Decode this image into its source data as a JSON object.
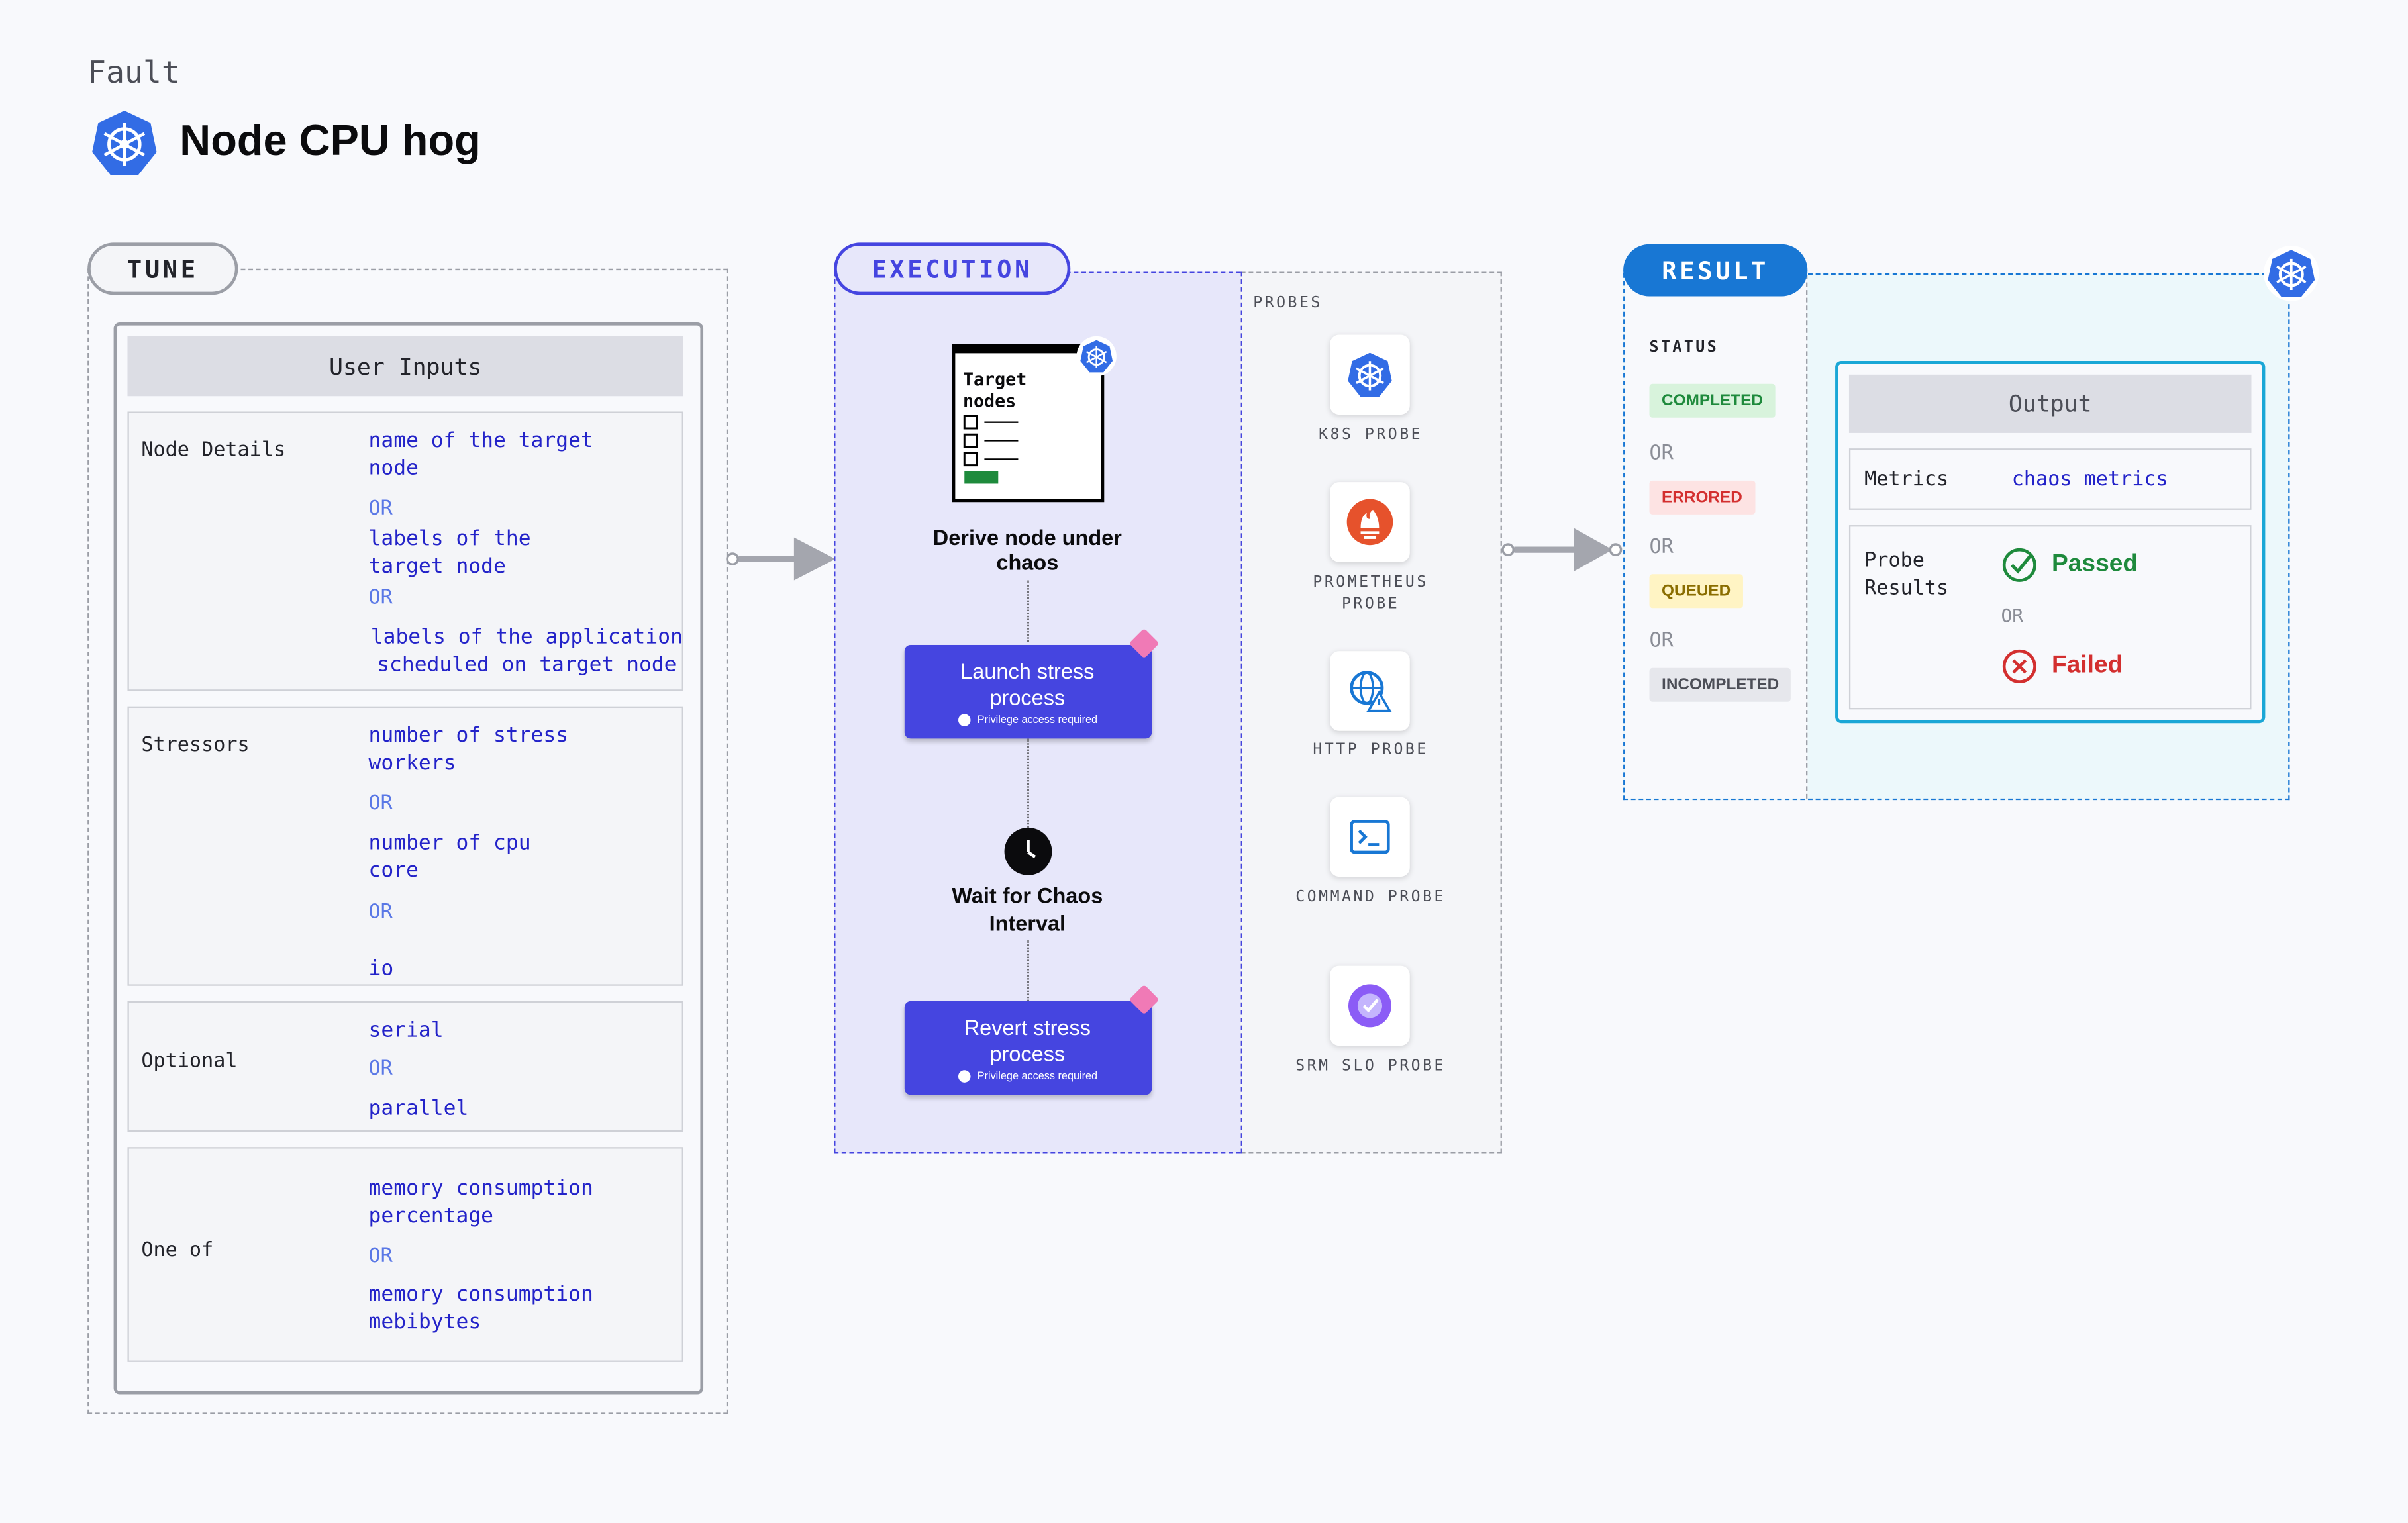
{
  "header": {
    "kicker": "Fault",
    "title": "Node CPU hog"
  },
  "tune": {
    "label": "TUNE",
    "panel_title": "User Inputs",
    "rows": [
      {
        "label": "Node Details",
        "items": [
          "name of the target node",
          "OR",
          "labels of the target node",
          "OR",
          "labels of the application scheduled on target node"
        ]
      },
      {
        "label": "Stressors",
        "items": [
          "number of stress workers",
          "OR",
          "number of cpu core",
          "OR",
          "io"
        ]
      },
      {
        "label": "Optional",
        "items": [
          "serial",
          "OR",
          "parallel"
        ]
      },
      {
        "label": "One of",
        "items": [
          "memory consumption percentage",
          "OR",
          "memory consumption mebibytes"
        ]
      }
    ]
  },
  "execution": {
    "label": "EXECUTION",
    "target_card": {
      "title": "Target nodes"
    },
    "steps": [
      {
        "title": "Derive node under chaos"
      },
      {
        "title": "Launch stress process",
        "note": "Privilege access required"
      },
      {
        "title": "Wait for Chaos Interval"
      },
      {
        "title": "Revert stress process",
        "note": "Privilege access required"
      }
    ]
  },
  "probes": {
    "heading": "PROBES",
    "items": [
      {
        "label": "K8S PROBE",
        "icon": "kubernetes-icon"
      },
      {
        "label": "PROMETHEUS PROBE",
        "icon": "prometheus-icon"
      },
      {
        "label": "HTTP PROBE",
        "icon": "globe-warning-icon"
      },
      {
        "label": "COMMAND PROBE",
        "icon": "terminal-icon"
      },
      {
        "label": "SRM SLO PROBE",
        "icon": "srm-slo-icon"
      }
    ]
  },
  "result": {
    "label": "RESULT",
    "status_heading": "STATUS",
    "statuses": [
      "COMPLETED",
      "ERRORED",
      "QUEUED",
      "INCOMPLETED"
    ],
    "or_text": "OR",
    "status_colors": {
      "completed": "#1e8a3c",
      "errored": "#d32f2f",
      "queued": "#8a6d00",
      "incompleted": "#4c4e57"
    },
    "output": {
      "title": "Output",
      "metrics_label": "Metrics",
      "metrics_value": "chaos metrics",
      "probe_label": "Probe Results",
      "passed": "Passed",
      "or_text": "OR",
      "failed": "Failed"
    }
  },
  "colors": {
    "accent": "#4545e0",
    "kubernetes": "#326ce5",
    "result_blue": "#1877d4",
    "output_border": "#1aa7d6"
  }
}
